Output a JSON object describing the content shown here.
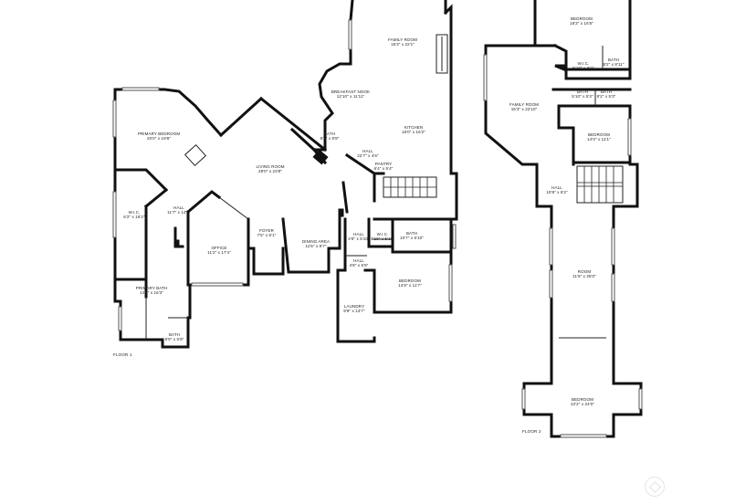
{
  "rooms": [
    {
      "id": "family-room-1",
      "name": "FAMILY ROOM",
      "dims": "15'3\" x 22'1\""
    },
    {
      "id": "breakfast-nook",
      "name": "BREAKFAST NOOK",
      "dims": "12'10\" x 11'11\""
    },
    {
      "id": "primary-bedroom",
      "name": "PRIMARY BEDROOM",
      "dims": "20'0\" x 19'8\""
    },
    {
      "id": "bath-1",
      "name": "BATH",
      "dims": "8'3\" x 8'8\""
    },
    {
      "id": "kitchen",
      "name": "KITCHEN",
      "dims": "16'0\" x 16'2\""
    },
    {
      "id": "hall-1",
      "name": "HALL",
      "dims": "22'7\" x 4'6\""
    },
    {
      "id": "pantry",
      "name": "PANTRY",
      "dims": "6'4\" x 5'4\""
    },
    {
      "id": "living-room",
      "name": "LIVING ROOM",
      "dims": "28'0\" x 23'8\""
    },
    {
      "id": "wic-1",
      "name": "W.I.C.",
      "dims": "6'2\" x 16'2\""
    },
    {
      "id": "hall-2",
      "name": "HALL",
      "dims": "11'7\" x 14'1\""
    },
    {
      "id": "office",
      "name": "OFFICE",
      "dims": "11'2\" x 17'4\""
    },
    {
      "id": "foyer",
      "name": "FOYER",
      "dims": "7'5\" x 5'1\""
    },
    {
      "id": "dining-area",
      "name": "DINING AREA",
      "dims": "11'5\" x 9'7\""
    },
    {
      "id": "hall-3",
      "name": "HALL",
      "dims": "4'8\" x 5'10\""
    },
    {
      "id": "wic-2",
      "name": "W.I.C.",
      "dims": "3'10\" x 5'10\""
    },
    {
      "id": "bath-2",
      "name": "BATH",
      "dims": "10'7\" x 5'10\""
    },
    {
      "id": "hall-4",
      "name": "HALL",
      "dims": "4'8\" x 5'6\""
    },
    {
      "id": "primary-bath",
      "name": "PRIMARY BATH",
      "dims": "14'9\" x 16'3\""
    },
    {
      "id": "bedroom-1",
      "name": "BEDROOM",
      "dims": "14'8\" x 11'7\""
    },
    {
      "id": "laundry",
      "name": "LAUNDRY",
      "dims": "9'8\" x 13'7\""
    },
    {
      "id": "bath-3",
      "name": "BATH",
      "dims": "5'9\" x 5'8\""
    },
    {
      "id": "bedroom-2",
      "name": "BEDROOM",
      "dims": "18'3\" x 16'5\""
    },
    {
      "id": "wic-3",
      "name": "W.I.C.",
      "dims": "5'10\" x 6'0\""
    },
    {
      "id": "bath-4",
      "name": "BATH",
      "dims": "8'2\" x 8'11\""
    },
    {
      "id": "family-room-2",
      "name": "FAMILY ROOM",
      "dims": "15'3\" x 22'10\""
    },
    {
      "id": "bath-5",
      "name": "BATH",
      "dims": "5'10\" x 5'3\""
    },
    {
      "id": "bath-6",
      "name": "BATH",
      "dims": "8'2\" x 5'3\""
    },
    {
      "id": "bedroom-3",
      "name": "BEDROOM",
      "dims": "14'0\" x 11'1\""
    },
    {
      "id": "hall-5",
      "name": "HALL",
      "dims": "10'8\" x 6'2\""
    },
    {
      "id": "room",
      "name": "ROOM",
      "dims": "11'6\" x 25'0\""
    },
    {
      "id": "bedroom-4",
      "name": "BEDROOM",
      "dims": "22'2\" x 24'0\""
    }
  ],
  "floors": {
    "floor1": "FLOOR 1",
    "floor2": "FLOOR 2"
  }
}
